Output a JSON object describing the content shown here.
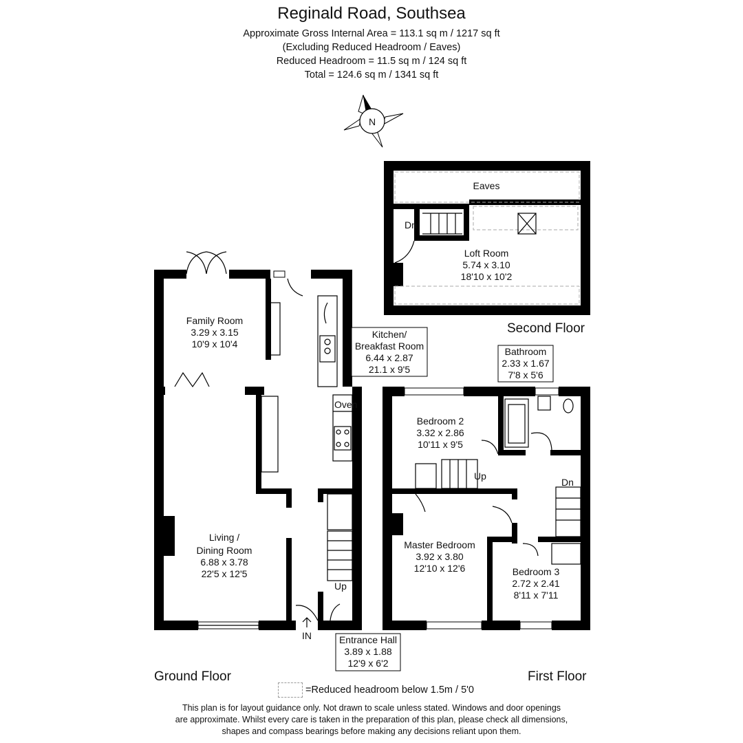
{
  "title": "Reginald Road, Southsea",
  "areas": [
    "Approximate Gross Internal Area = 113.1 sq m / 1217 sq ft",
    "(Excluding Reduced Headroom / Eaves)",
    "Reduced Headroom = 11.5 sq m / 124 sq ft",
    "Total = 124.6 sq m / 1341 sq ft"
  ],
  "compass_label": "N",
  "floors": {
    "ground": "Ground Floor",
    "first": "First Floor",
    "second": "Second Floor"
  },
  "rooms": {
    "family": {
      "name": "Family Room",
      "metric": "3.29 x 3.15",
      "imperial": "10'9 x 10'4"
    },
    "kitchen": {
      "name1": "Kitchen/",
      "name2": "Breakfast Room",
      "metric": "6.44 x 2.87",
      "imperial": "21.1 x 9'5"
    },
    "living": {
      "name1": "Living /",
      "name2": "Dining Room",
      "metric": "6.88 x 3.78",
      "imperial": "22'5 x 12'5"
    },
    "hall": {
      "name": "Entrance Hall",
      "metric": "3.89 x 1.88",
      "imperial": "12'9 x 6'2"
    },
    "loft": {
      "name": "Loft Room",
      "metric": "5.74 x 3.10",
      "imperial": "18'10 x 10'2"
    },
    "bathroom": {
      "name": "Bathroom",
      "metric": "2.33 x 1.67",
      "imperial": "7'8 x 5'6"
    },
    "bed2": {
      "name": "Bedroom 2",
      "metric": "3.32 x 2.86",
      "imperial": "10'11 x 9'5"
    },
    "master": {
      "name": "Master Bedroom",
      "metric": "3.92 x 3.80",
      "imperial": "12'10 x 12'6"
    },
    "bed3": {
      "name": "Bedroom 3",
      "metric": "2.72 x 2.41",
      "imperial": "8'11 x 7'11"
    }
  },
  "labels": {
    "eaves": "Eaves",
    "dn": "Dn",
    "up": "Up",
    "oven": "Oven",
    "in": "IN"
  },
  "legend": "=Reduced headroom below 1.5m / 5'0",
  "disclaimer": [
    "This plan is for layout guidance only. Not drawn to scale unless stated. Windows and door openings",
    "are approximate. Whilst every care is taken in the preparation of this plan, please check all dimensions,",
    "shapes and compass bearings before making any decisions reliant upon them."
  ]
}
